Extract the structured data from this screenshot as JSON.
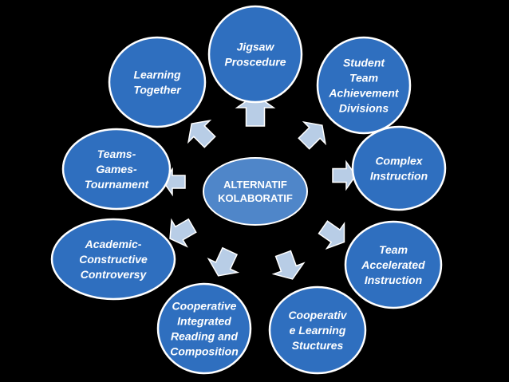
{
  "diagram": {
    "center": {
      "lines": [
        "ALTERNATIF",
        "KOLABORATIF"
      ]
    },
    "nodes": [
      {
        "id": "jigsaw",
        "lines": [
          "Jigsaw",
          "Proscedure"
        ]
      },
      {
        "id": "stad",
        "lines": [
          "Student",
          "Team",
          "Achievement",
          "Divisions"
        ]
      },
      {
        "id": "complex-instruction",
        "lines": [
          "Complex",
          "Instruction"
        ]
      },
      {
        "id": "tai",
        "lines": [
          "Team",
          "Accelerated",
          "Instruction"
        ]
      },
      {
        "id": "cls",
        "lines": [
          "Cooperativ",
          "e Learning",
          "Stuctures"
        ]
      },
      {
        "id": "circ",
        "lines": [
          "Cooperative",
          "Integrated",
          "Reading and",
          "Composition"
        ]
      },
      {
        "id": "academic-controversy",
        "lines": [
          "Academic-",
          "Constructive",
          "Controversy"
        ]
      },
      {
        "id": "tgt",
        "lines": [
          "Teams-",
          "Games-",
          "Tournament"
        ]
      },
      {
        "id": "learning-together",
        "lines": [
          "Learning",
          "Together"
        ]
      }
    ],
    "colors": {
      "background": "#000000",
      "node_fill": "#2f6fbf",
      "node_stroke": "#ffffff",
      "center_fill": "#4f86c9",
      "arrow_fill": "#b8cde6",
      "arrow_stroke": "#ffffff",
      "text": "#ffffff"
    }
  }
}
